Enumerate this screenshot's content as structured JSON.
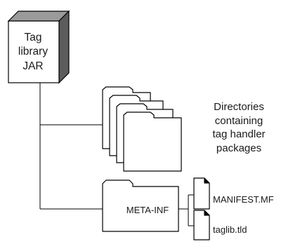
{
  "diagram": {
    "jar": {
      "label_lines": [
        "Tag",
        "library",
        "JAR"
      ]
    },
    "directories": {
      "label_lines": [
        "Directories",
        "containing",
        "tag handler",
        "packages"
      ]
    },
    "meta_inf": {
      "label": "META-INF"
    },
    "files": [
      {
        "name": "MANIFEST.MF"
      },
      {
        "name": "taglib.tld"
      }
    ]
  },
  "colors": {
    "stroke": "#000000",
    "cube_top": "#9a9a9a",
    "cube_side": "#5c5c5c",
    "fill": "#ffffff"
  }
}
